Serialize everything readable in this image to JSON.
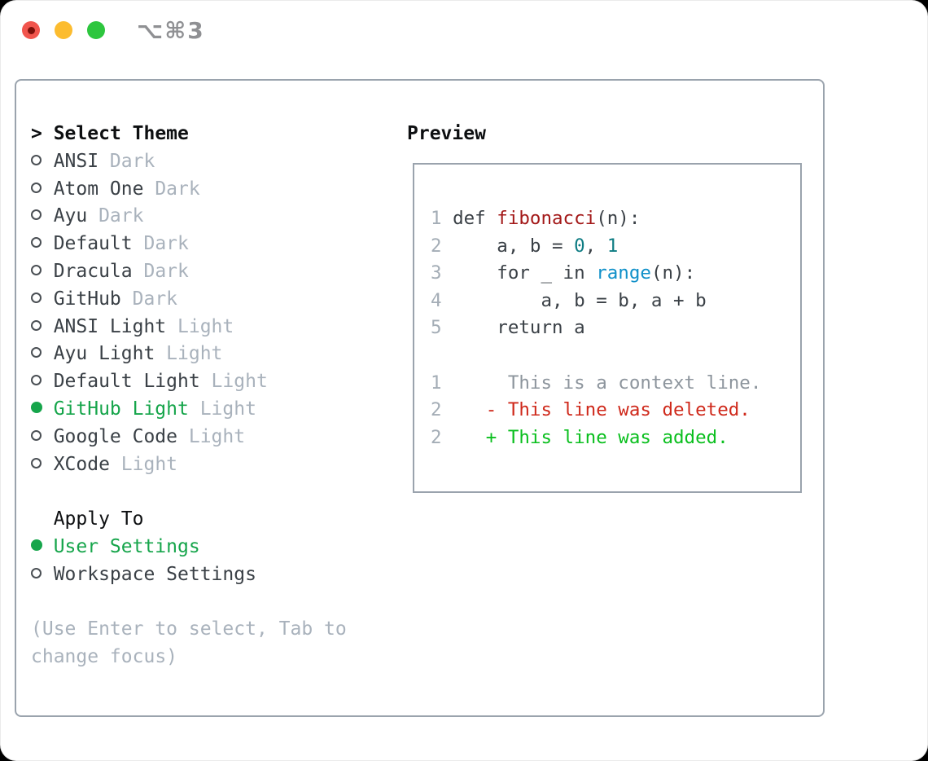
{
  "window": {
    "shortcut": "⌥⌘3",
    "traffic_lights": [
      {
        "name": "close",
        "color": "#f1554d"
      },
      {
        "name": "minimize",
        "color": "#fcbc2f"
      },
      {
        "name": "zoom",
        "color": "#2dc63e"
      }
    ]
  },
  "theme_panel": {
    "title_prefix": "> ",
    "title": "Select Theme",
    "themes": [
      {
        "name": "ANSI",
        "tag": "Dark",
        "selected": false
      },
      {
        "name": "Atom One",
        "tag": "Dark",
        "selected": false
      },
      {
        "name": "Ayu",
        "tag": "Dark",
        "selected": false
      },
      {
        "name": "Default",
        "tag": "Dark",
        "selected": false
      },
      {
        "name": "Dracula",
        "tag": "Dark",
        "selected": false
      },
      {
        "name": "GitHub",
        "tag": "Dark",
        "selected": false
      },
      {
        "name": "ANSI Light",
        "tag": "Light",
        "selected": false
      },
      {
        "name": "Ayu Light",
        "tag": "Light",
        "selected": false
      },
      {
        "name": "Default Light",
        "tag": "Light",
        "selected": false
      },
      {
        "name": "GitHub Light",
        "tag": "Light",
        "selected": true
      },
      {
        "name": "Google Code",
        "tag": "Light",
        "selected": false
      },
      {
        "name": "XCode",
        "tag": "Light",
        "selected": false
      }
    ],
    "apply_to": {
      "title": "Apply To",
      "options": [
        {
          "name": "User Settings",
          "selected": true
        },
        {
          "name": "Workspace Settings",
          "selected": false
        }
      ]
    },
    "hint": "(Use Enter to select, Tab to change focus)"
  },
  "preview": {
    "title": "Preview",
    "lines": [
      {
        "tokens": [
          [
            "num",
            "1 "
          ],
          [
            "code",
            "def "
          ],
          [
            "func",
            "fibonacci"
          ],
          [
            "code",
            "(n):"
          ]
        ]
      },
      {
        "tokens": [
          [
            "num",
            "2 "
          ],
          [
            "code",
            "    a, b = "
          ],
          [
            "lit",
            "0"
          ],
          [
            "code",
            ", "
          ],
          [
            "lit",
            "1"
          ]
        ]
      },
      {
        "tokens": [
          [
            "num",
            "3 "
          ],
          [
            "code",
            "    for _ in "
          ],
          [
            "builtin",
            "range"
          ],
          [
            "code",
            "(n):"
          ]
        ]
      },
      {
        "tokens": [
          [
            "num",
            "4 "
          ],
          [
            "code",
            "        a, b = b, a + b"
          ]
        ]
      },
      {
        "tokens": [
          [
            "num",
            "5 "
          ],
          [
            "code",
            "    return a"
          ]
        ]
      },
      {
        "tokens": []
      },
      {
        "tokens": [
          [
            "num",
            "1"
          ],
          [
            "ctx",
            "      This is a context line."
          ]
        ]
      },
      {
        "tokens": [
          [
            "num",
            "2"
          ],
          [
            "del",
            "    - This line was deleted."
          ]
        ]
      },
      {
        "tokens": [
          [
            "num",
            "2"
          ],
          [
            "add",
            "    + This line was added."
          ]
        ]
      }
    ]
  },
  "colors": {
    "panel_border": "#9aa3ad",
    "selection_green": "#16a54b",
    "item_text": "#3a4046",
    "tag_text": "#a9b2bc",
    "line_number": "#a4adb6",
    "func_red": "#a31919",
    "literal_teal": "#0e7c83",
    "builtin_blue": "#1090c9",
    "diff_context": "#8d959d",
    "diff_deleted": "#cf291b",
    "diff_added": "#0abf1e"
  }
}
